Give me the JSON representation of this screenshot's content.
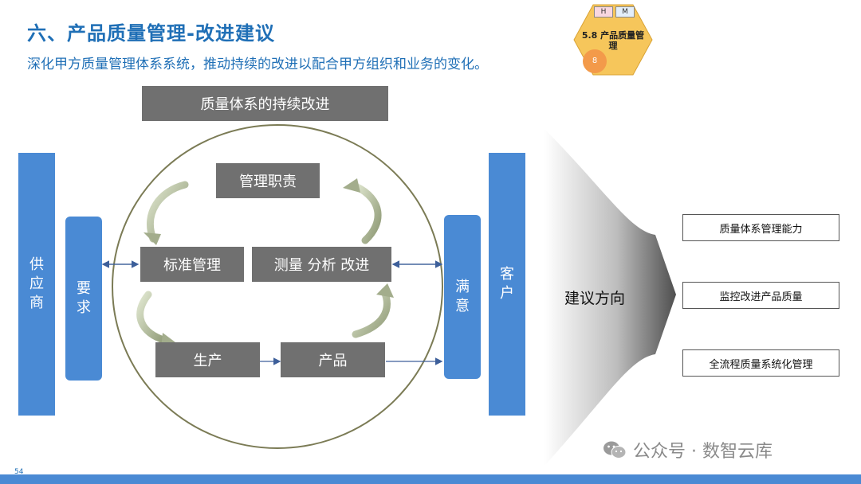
{
  "header": {
    "title": "六、产品质量管理-改进建议",
    "subtitle": "深化甲方质量管理体系系统，推动持续的改进以配合甲方组织和业务的变化。"
  },
  "badge": {
    "tag_h": "H",
    "tag_m": "M",
    "label": "5.8 产品质量管理",
    "number": "8",
    "fill_color": "#f6c65b",
    "number_color": "#f39a4a"
  },
  "diagram": {
    "top_banner": "质量体系的持续改进",
    "supplier": "供应商",
    "requirement": "要求",
    "satisfaction": "满意",
    "customer": "客户",
    "mgmt_duty": "管理职责",
    "std_mgmt": "标准管理",
    "measure": "测量 分析 改进",
    "production": "生产",
    "product": "产品",
    "accent_color": "#4a8ad4",
    "box_color": "#707070"
  },
  "direction": {
    "label": "建议方向",
    "items": [
      "质量体系管理能力",
      "监控改进产品质量",
      "全流程质量系统化管理"
    ]
  },
  "watermark": {
    "icon": "wechat-icon",
    "text": "公众号 · 数智云库"
  },
  "footer": {
    "page_number": "54"
  }
}
